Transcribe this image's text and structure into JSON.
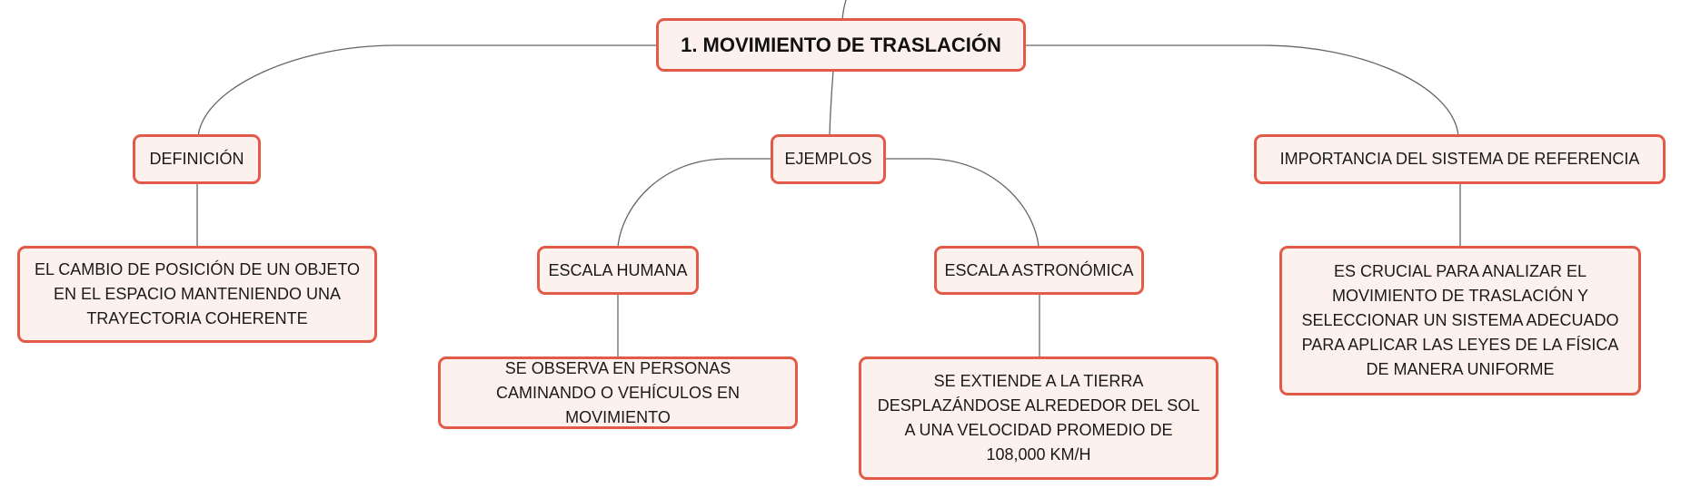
{
  "colors": {
    "node_border": "#e35a48",
    "node_fill": "#fdf1ee",
    "connector": "#666666",
    "text": "#1a1a1a"
  },
  "root": {
    "label": "1. MOVIMIENTO DE TRASLACIÓN"
  },
  "branches": {
    "definicion": {
      "label": "DEFINICIÓN",
      "detail": "EL CAMBIO DE POSICIÓN DE UN OBJETO EN EL ESPACIO MANTENIENDO UNA TRAYECTORIA COHERENTE"
    },
    "ejemplos": {
      "label": "EJEMPLOS",
      "escala_humana": {
        "label": "ESCALA HUMANA",
        "detail": "SE OBSERVA EN PERSONAS CAMINANDO O VEHÍCULOS EN MOVIMIENTO"
      },
      "escala_astronomica": {
        "label": "ESCALA ASTRONÓMICA",
        "detail": "SE EXTIENDE A LA TIERRA DESPLAZÁNDOSE ALREDEDOR DEL SOL A UNA VELOCIDAD PROMEDIO DE 108,000 KM/H"
      }
    },
    "importancia": {
      "label": "IMPORTANCIA DEL SISTEMA DE REFERENCIA",
      "detail": "ES CRUCIAL PARA ANALIZAR EL MOVIMIENTO DE TRASLACIÓN Y SELECCIONAR UN SISTEMA ADECUADO PARA APLICAR LAS LEYES DE LA FÍSICA DE MANERA UNIFORME"
    }
  }
}
